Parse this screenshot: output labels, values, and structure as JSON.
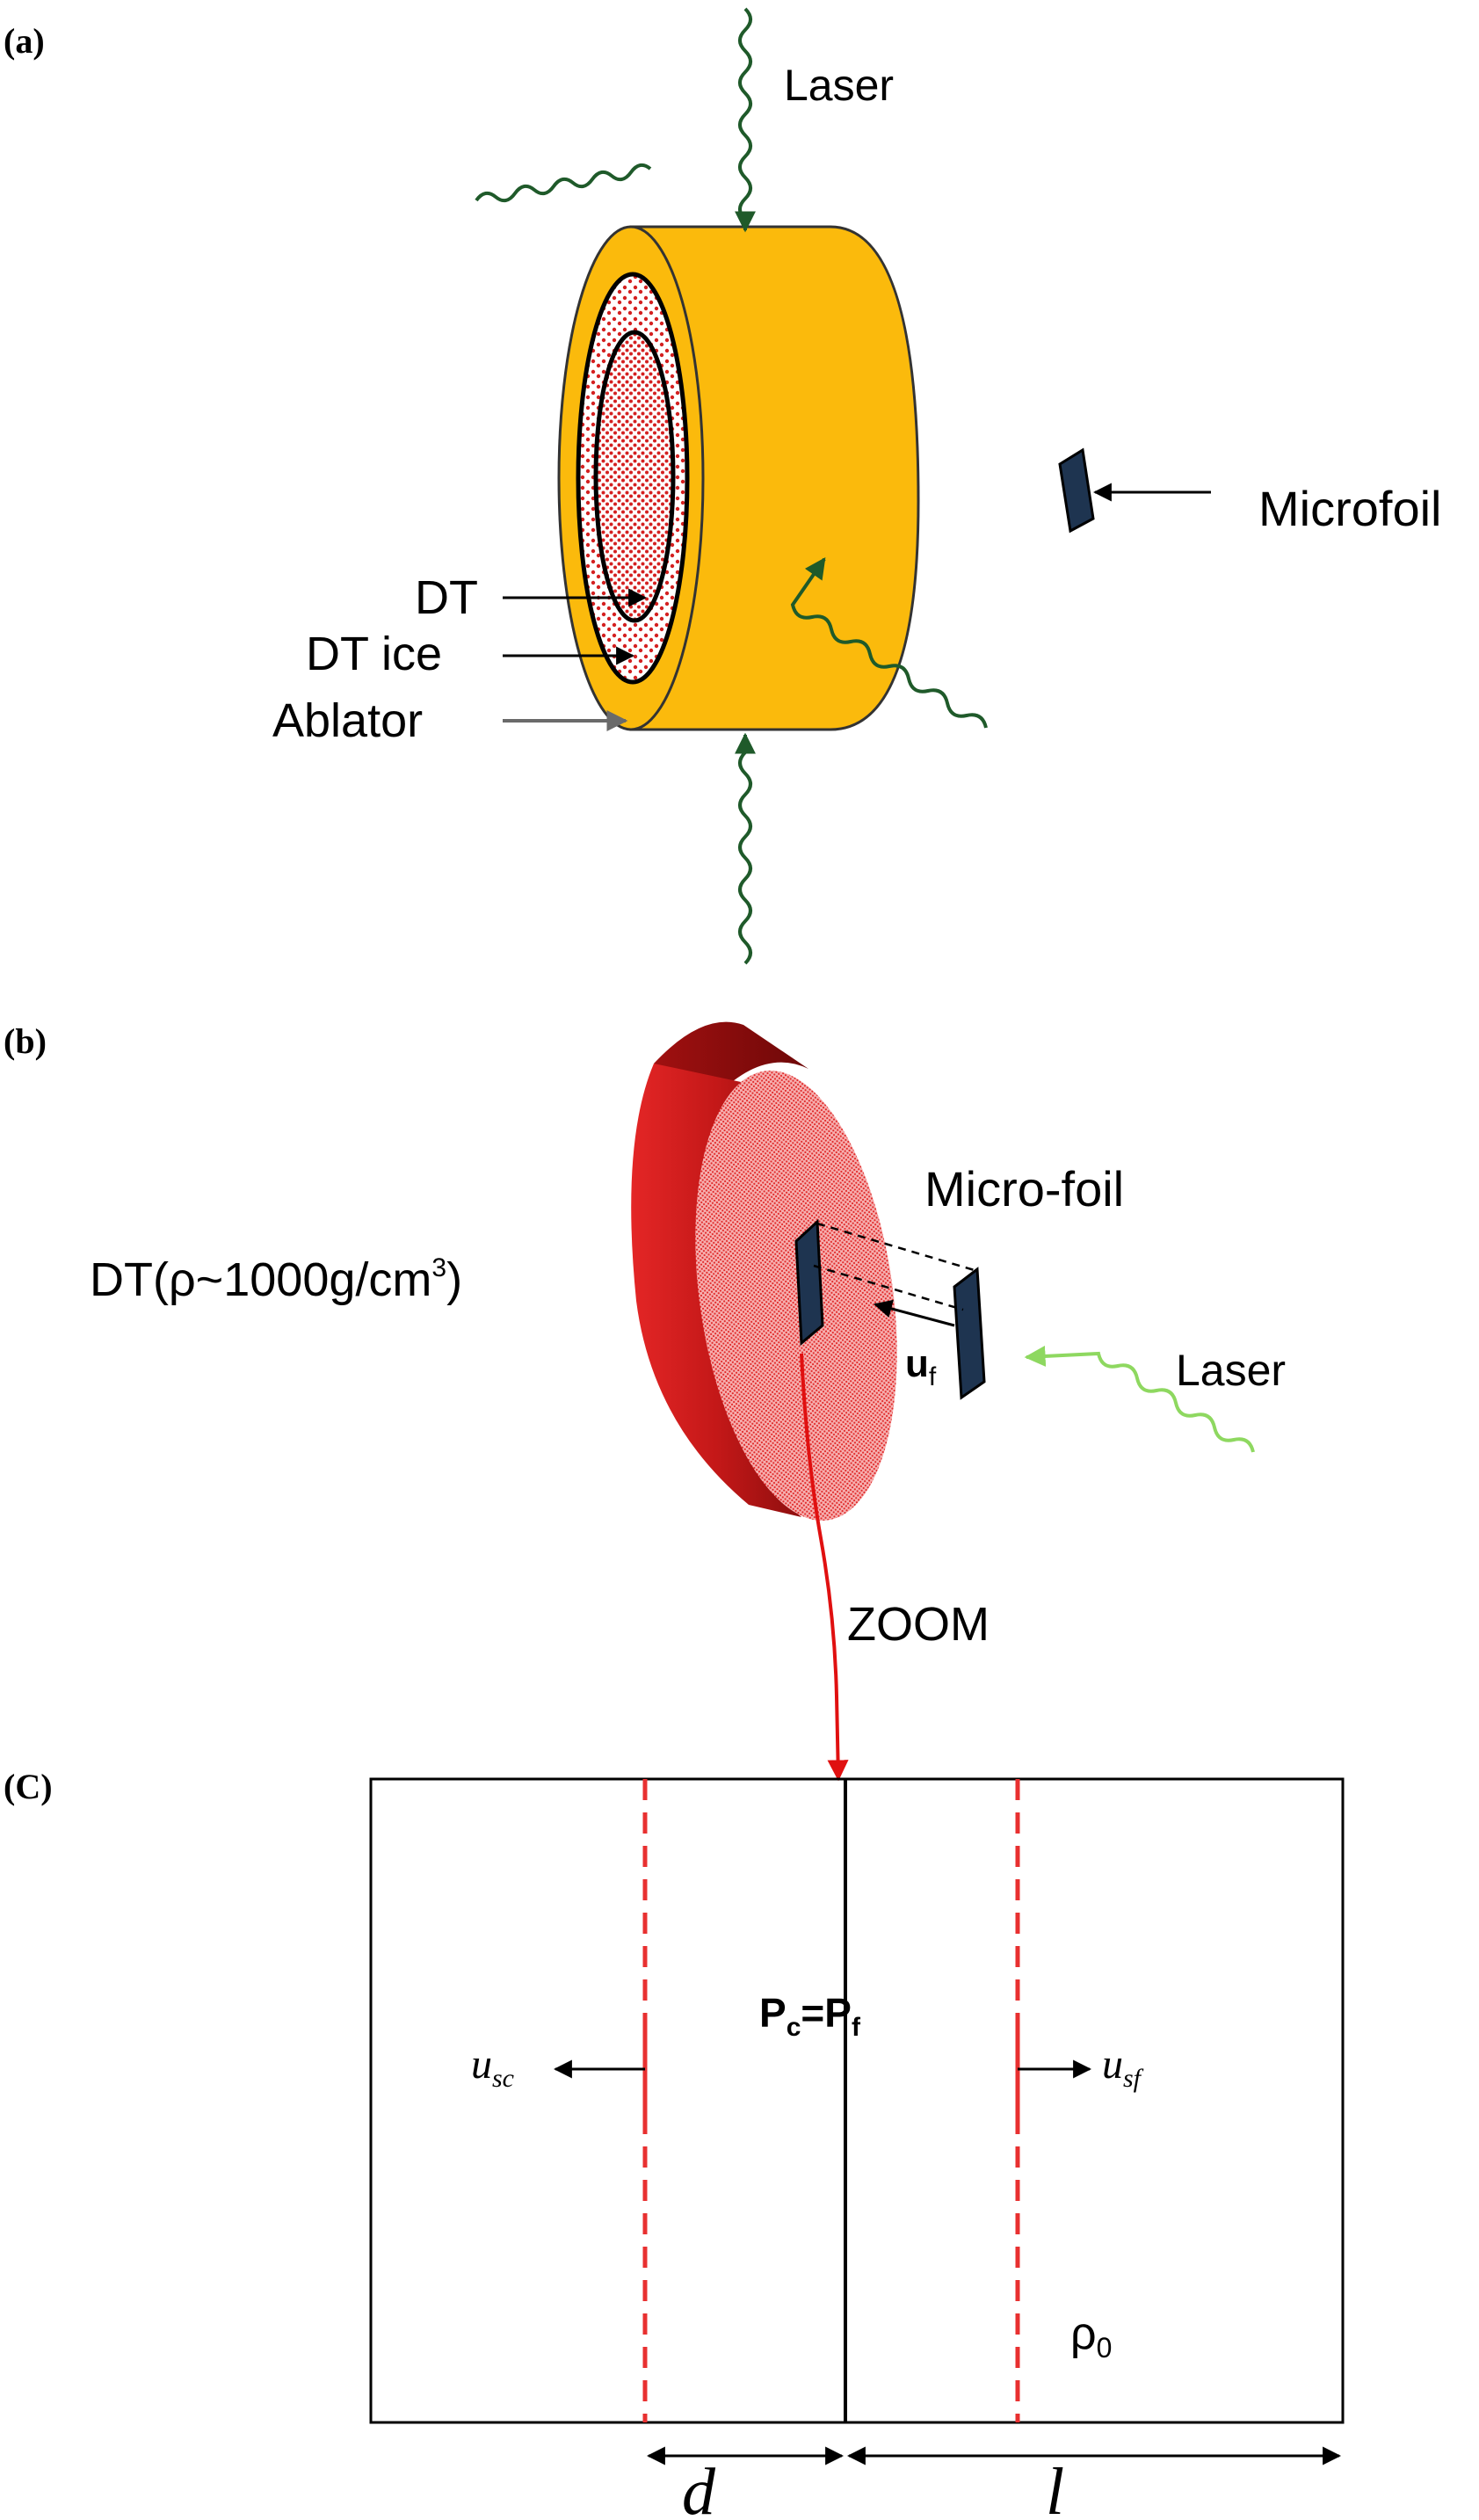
{
  "figure": {
    "panel_a": {
      "panel_label": "(a)",
      "laser_label": "Laser",
      "microfoil_label": "Microfoil",
      "dt_label": "DT",
      "dt_ice_label": "DT ice",
      "ablator_label": "Ablator",
      "colors": {
        "ablator": "#FBBA0C",
        "dt": "#D42020",
        "laser": "#1F5A2A",
        "foil": "#1E3450"
      }
    },
    "panel_b": {
      "panel_label": "(b)",
      "dt_label": "DT(ρ~1000g/cm",
      "dt_label_sup": "3",
      "dt_label_end": ")",
      "microfoil_label": "Micro-foil",
      "uf_label": "u",
      "uf_sub": "f",
      "laser_label": "Laser",
      "zoom_label": "ZOOM",
      "colors": {
        "dt_side": "#B41414",
        "dt_face": "#F08080",
        "laser": "#8ED860",
        "zoom_arrow": "#E01010"
      }
    },
    "panel_c": {
      "panel_label": "(C)",
      "pressure_label_c": "P",
      "pressure_sub_c": "c",
      "equals": "=",
      "pressure_label_f": "P",
      "pressure_sub_f": "f",
      "usc_label": "u",
      "usc_sub": "sc",
      "usf_label": "u",
      "usf_sub": "sf",
      "rho0_label": "ρ",
      "rho0_sub": "0",
      "d_label": "d",
      "l_label": "l",
      "colors": {
        "shock": "#E83030"
      }
    }
  }
}
